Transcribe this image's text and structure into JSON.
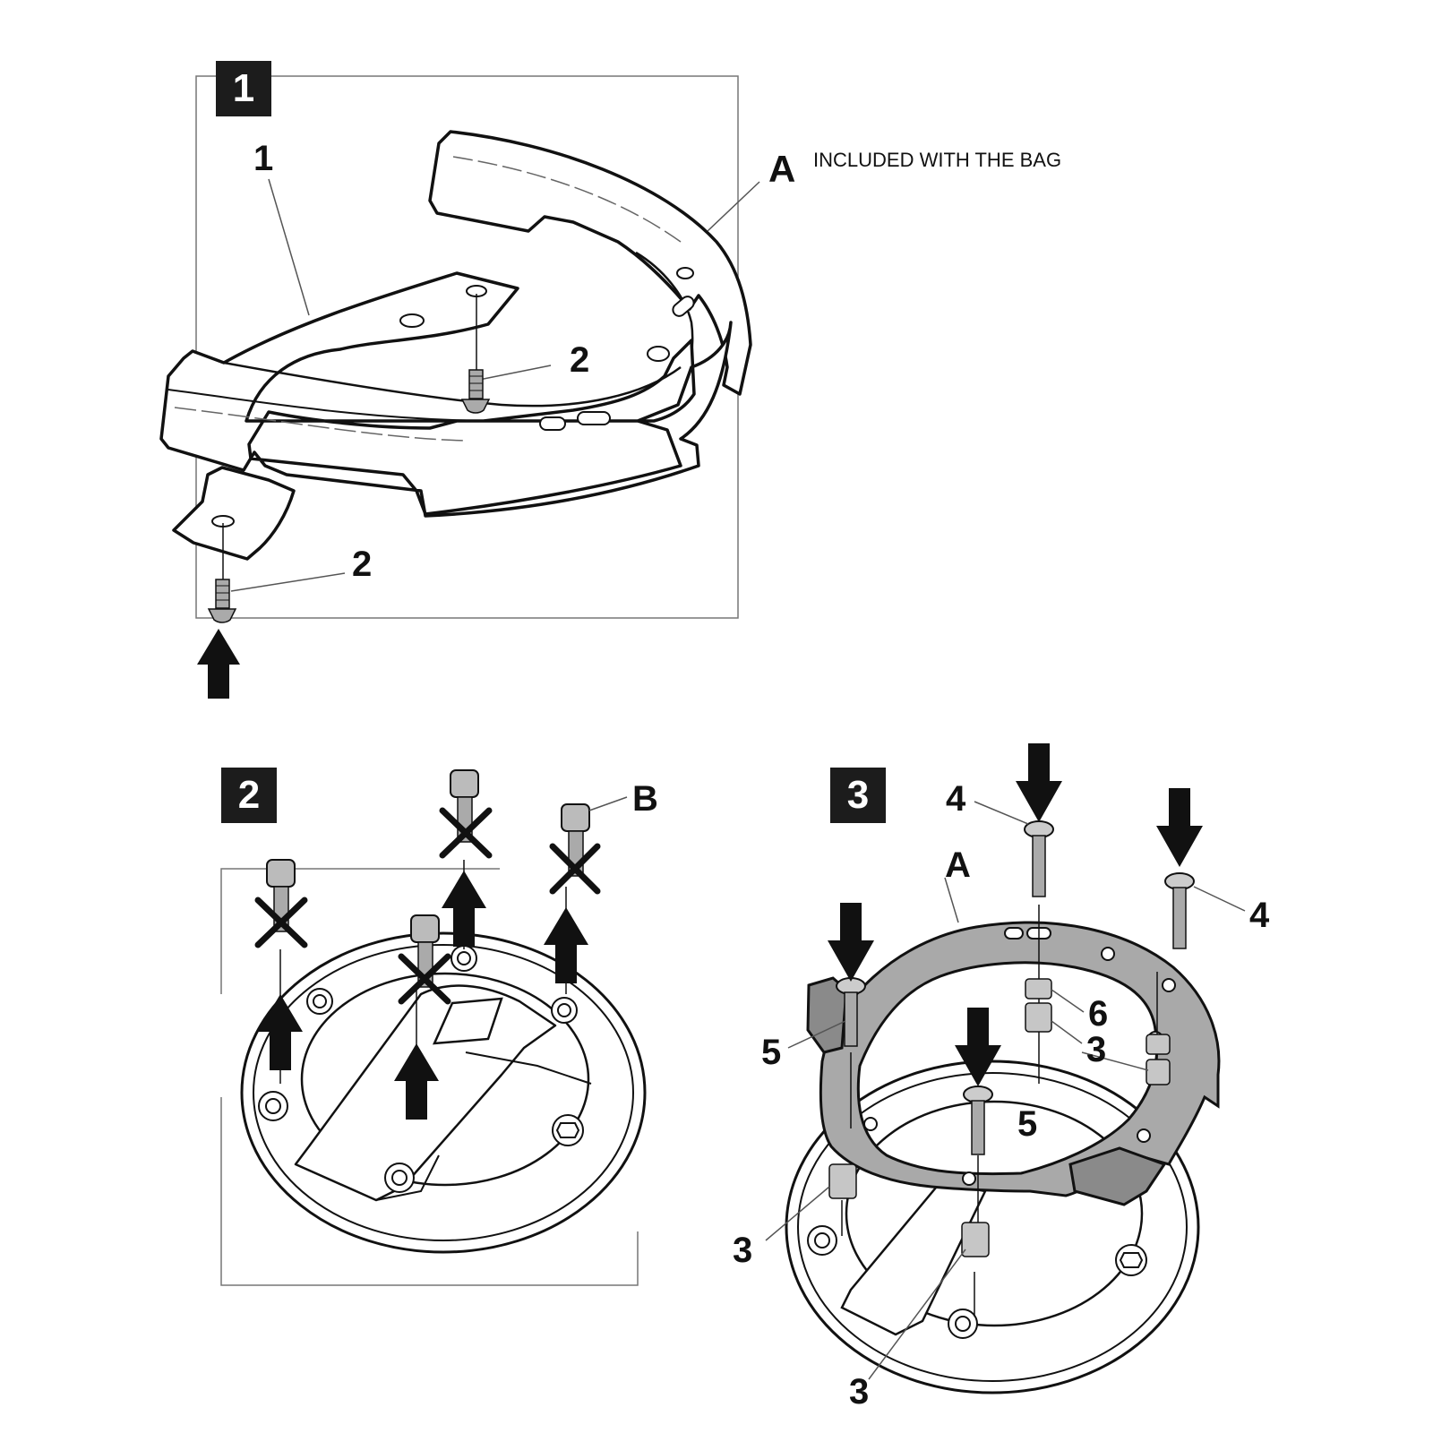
{
  "steps": [
    {
      "number": "1"
    },
    {
      "number": "2"
    },
    {
      "number": "3"
    }
  ],
  "step1": {
    "part_ring_label": "1",
    "part_screw_label_top": "2",
    "part_screw_label_bottom": "2",
    "ring_label": "A",
    "ring_note": "INCLUDED WITH THE BAG"
  },
  "step2": {
    "bolt_label": "B"
  },
  "step3": {
    "ring_label": "A",
    "bolt_label_left": "4",
    "bolt_label_right": "4",
    "screw_label_left": "5",
    "screw_label_center": "5",
    "washer_label": "6",
    "spacer_label_right": "3",
    "spacer_label_left": "3",
    "spacer_label_bottom": "3"
  },
  "colors": {
    "line": "#111111",
    "badge": "#1c1c1c",
    "ring_fill": "#a9a9a9",
    "part_fill": "#ffffff",
    "metal_fill": "#bdbdbd"
  }
}
